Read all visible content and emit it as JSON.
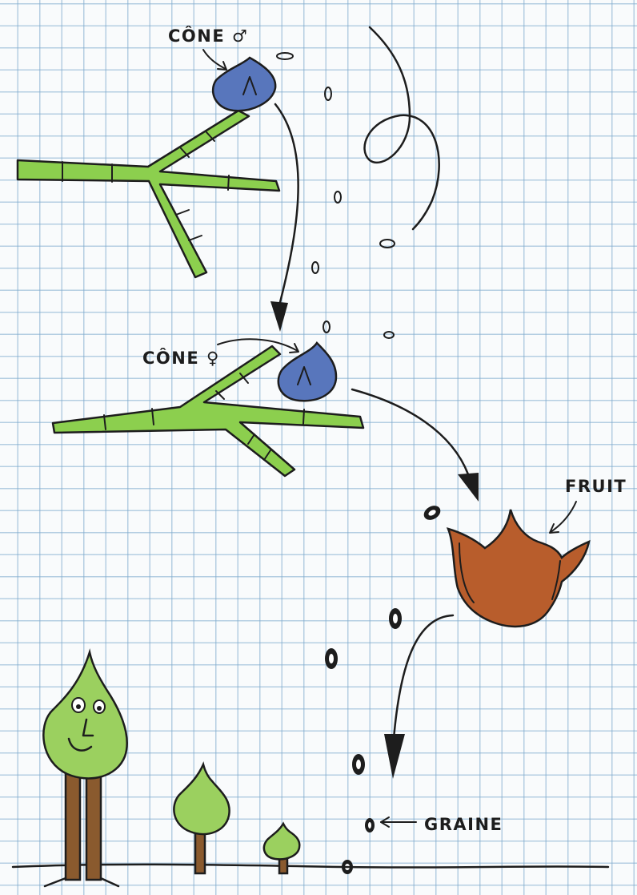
{
  "labels": {
    "cone_male": "CÔNE ♂",
    "cone_female": "CÔNE ♀",
    "fruit": "FRUIT",
    "seed": "GRAINE"
  },
  "colors": {
    "branch_green": "#8ccf4e",
    "cone_blue": "#5876bc",
    "fruit_brown": "#b85d2c",
    "leaf_green": "#9bd05f",
    "trunk_brown": "#8a5a2e",
    "ink": "#1d1d1d",
    "grid_blue": "#7daacd"
  },
  "icons": [
    "smiling-tree-icon",
    "sapling-icon",
    "seedling-icon",
    "pollen-grain-icon",
    "seed-icon",
    "arrow-icon"
  ]
}
